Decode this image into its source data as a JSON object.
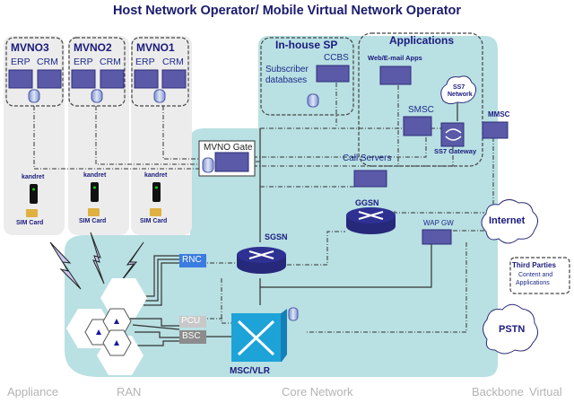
{
  "title": "Host Network Operator/ Mobile Virtual Network Operator",
  "colors": {
    "core_bg": "#b9e0e3",
    "appliance_bg": "#ececec",
    "navy": "#1a1a7e",
    "server": "#5a5aa8",
    "router": "#2e3192",
    "msc": "#1da3d8",
    "rnc": "#3b7ce0",
    "bsc": "#8c8c8c",
    "pcu": "#c8c8c8"
  },
  "mvnos": [
    {
      "name": "MVNO3",
      "erp": "ERP",
      "crm": "CRM",
      "handset": "kandret",
      "sim": "SIM Card"
    },
    {
      "name": "MVNO2",
      "erp": "ERP",
      "crm": "CRM",
      "handset": "kandret",
      "sim": "SIM Card"
    },
    {
      "name": "MVNO1",
      "erp": "ERP",
      "crm": "CRM",
      "handset": "kandret",
      "sim": "SIM Card"
    }
  ],
  "inhouse": {
    "title": "In-house SP",
    "ccbs": "CCBS",
    "subscriber": [
      "Subscriber",
      "databases"
    ]
  },
  "applications": {
    "title": "Applications",
    "web": "Web/E-mail Apps",
    "smsc": "SMSC",
    "ss7_net": [
      "SS7",
      "Network"
    ],
    "ss7_gw": "SS7 Gateway"
  },
  "mvno_gate": "MVNO Gate",
  "call_servers": "Call Servers",
  "mmsc": "MMSC",
  "ggsn": "GGSN",
  "sgsn": "SGSN",
  "wap_gw": "WAP GW",
  "rnc": "RNC",
  "pcu": "PCU",
  "bsc": "BSC",
  "msc": "MSC/VLR",
  "internet": "Internet",
  "third_parties": {
    "title": "Third Parties",
    "line1": "Content and",
    "line2": "Applications"
  },
  "pstn": "PSTN",
  "footer": {
    "appliance": "Appliance",
    "ran": "RAN",
    "core": "Core Network",
    "backbone": "Backbone",
    "virtual": "Virtual"
  }
}
